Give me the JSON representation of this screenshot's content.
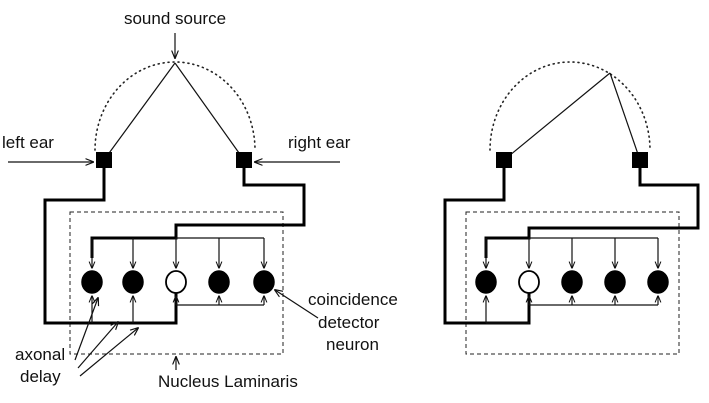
{
  "labels": {
    "sound_source": "sound source",
    "left_ear": "left ear",
    "right_ear": "right ear",
    "coincidence_line1": "coincidence",
    "coincidence_line2": "detector",
    "coincidence_line3": "neuron",
    "axonal_line1": "axonal",
    "axonal_line2": "delay",
    "nucleus": "Nucleus Laminaris"
  },
  "panels": [
    {
      "id": "centered-source",
      "neuron_count": 5,
      "active_neuron_index": 2
    },
    {
      "id": "offset-source",
      "neuron_count": 5,
      "active_neuron_index": 1
    }
  ],
  "colors": {
    "ink": "#000000",
    "background": "#ffffff"
  }
}
